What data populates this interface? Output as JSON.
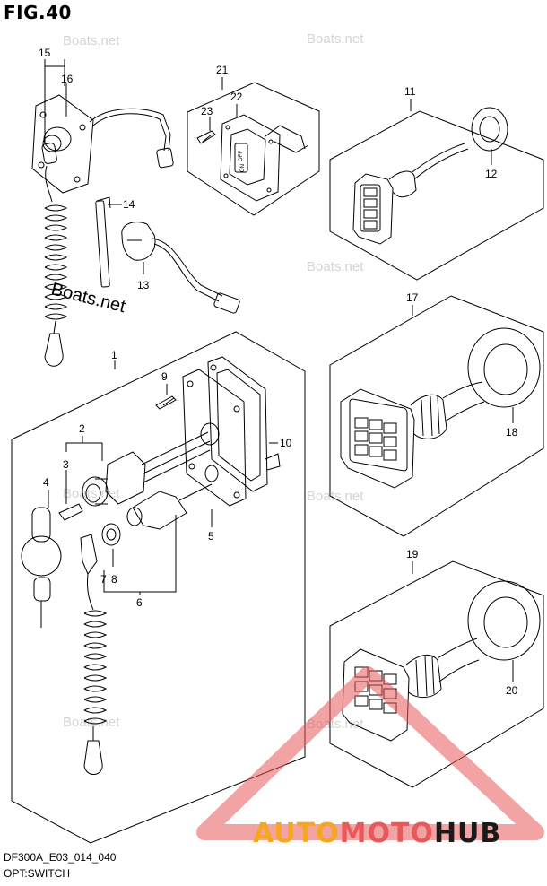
{
  "figure": {
    "title": "FIG.40",
    "code": "DF300A_E03_014_040",
    "name": "OPT:SWITCH"
  },
  "watermark": {
    "text": "Boats.net",
    "brand_part1": "AUTO",
    "brand_part2": "MOTO",
    "brand_part3": "HUB",
    "brand_color_1": "#f5a623",
    "brand_color_2": "#e85a5a",
    "brand_color_3": "#1a1a1a"
  },
  "callouts": [
    "1",
    "2",
    "3",
    "4",
    "5",
    "6",
    "7",
    "8",
    "9",
    "10",
    "11",
    "12",
    "13",
    "14",
    "15",
    "16",
    "17",
    "18",
    "19",
    "20",
    "21",
    "22",
    "23"
  ],
  "panel_labels": {
    "on": "ON",
    "off": "OFF"
  },
  "line_color": "#000000"
}
